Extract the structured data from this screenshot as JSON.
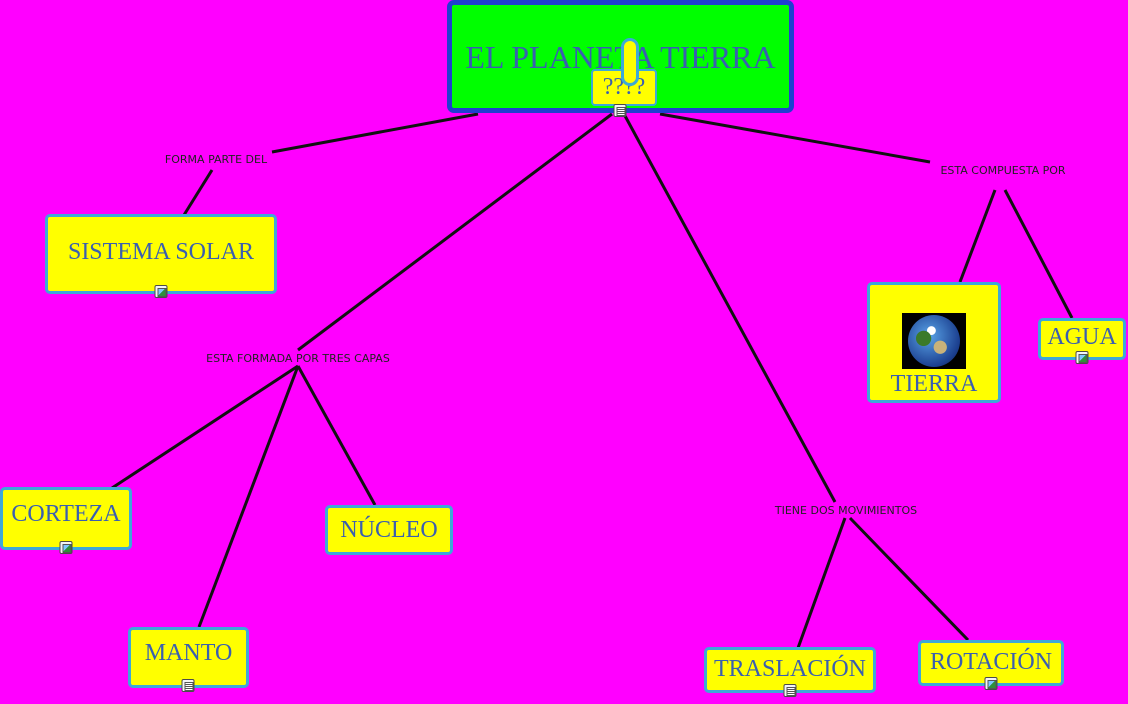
{
  "colors": {
    "background": "#ff00ff",
    "node_fill": "#ffff00",
    "root_fill": "#00ff00",
    "node_border": "#3da8d8",
    "root_border": "#1f3fd0",
    "node_text": "#3a5fb0",
    "line": "#111111"
  },
  "root": {
    "label": "EL PLANETA TIERRA",
    "callout": "????"
  },
  "nodes": {
    "sistema_solar": "SISTEMA SOLAR",
    "tierra": "TIERRA",
    "agua": "AGUA",
    "corteza": "CORTEZA",
    "nucleo": "NÚCLEO",
    "manto": "MANTO",
    "traslacion": "TRASLACIÓN",
    "rotacion": "ROTACIÓN"
  },
  "links": {
    "forma_parte": "FORMA PARTE DEL",
    "compuesta": "ESTA COMPUESTA POR",
    "formada": "ESTA FORMADA POR TRES CAPAS",
    "movimientos": "TIENE DOS MOVIMIENTOS"
  },
  "icons": {
    "root": "document-icon",
    "sistema_solar": "image-icon",
    "tierra": "earth-globe-image",
    "agua": "image-icon",
    "corteza": "image-icon",
    "manto": "document-icon",
    "traslacion": "document-icon",
    "rotacion": "image-icon"
  }
}
